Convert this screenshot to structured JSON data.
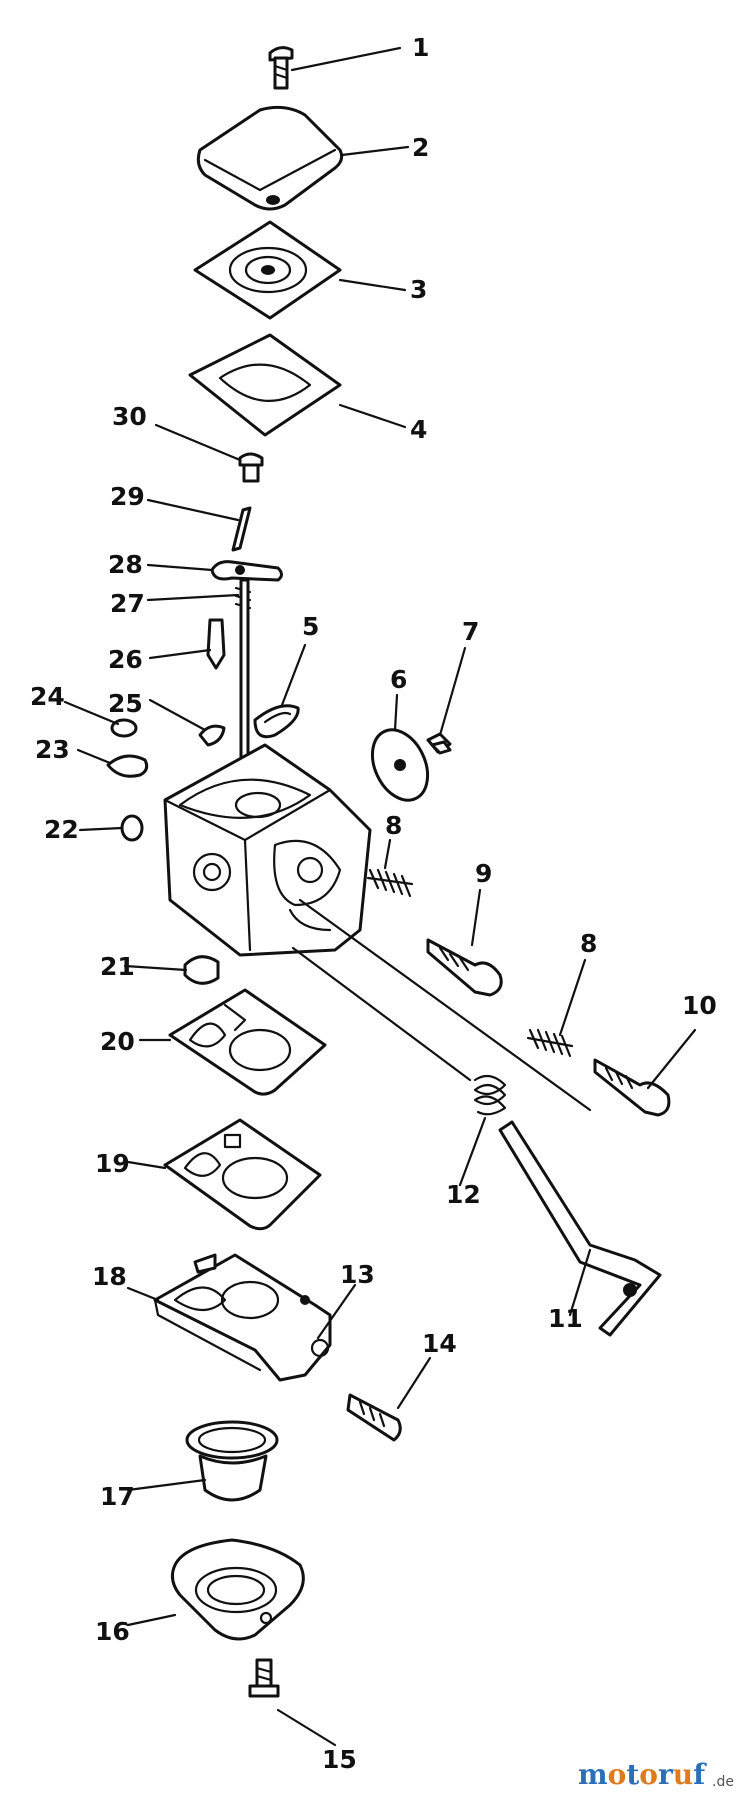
{
  "callouts": [
    "1",
    "2",
    "3",
    "4",
    "5",
    "6",
    "7",
    "8",
    "8",
    "9",
    "10",
    "11",
    "12",
    "13",
    "14",
    "15",
    "16",
    "17",
    "18",
    "19",
    "20",
    "21",
    "22",
    "23",
    "24",
    "25",
    "26",
    "27",
    "28",
    "29",
    "30"
  ],
  "watermark": {
    "brand": "motoruf",
    "suffix": ".de",
    "colors": [
      "#2b6fb8",
      "#e07b1c",
      "#2b6fb8",
      "#e07b1c",
      "#2b6fb8",
      "#e07b1c",
      "#2b6fb8"
    ]
  }
}
